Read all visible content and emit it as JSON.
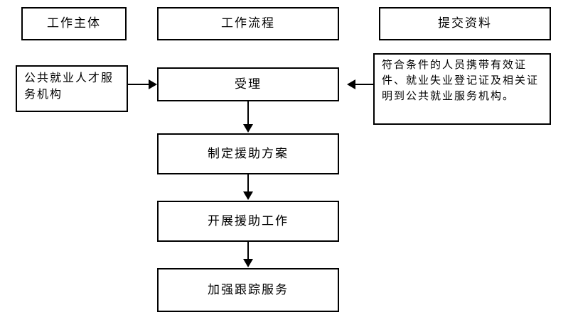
{
  "diagram": {
    "title_row": [
      {
        "id": "entity",
        "label": "工作主体"
      },
      {
        "id": "process",
        "label": "工作流程"
      },
      {
        "id": "docs",
        "label": "提交资料"
      }
    ],
    "actors": [
      {
        "id": "agency",
        "label": "公共就业人才服务机构"
      }
    ],
    "flow_steps": [
      {
        "id": "accept",
        "label": "受理"
      },
      {
        "id": "plan",
        "label": "制定援助方案"
      },
      {
        "id": "work",
        "label": "开展援助工作"
      },
      {
        "id": "follow",
        "label": "加强跟踪服务"
      }
    ],
    "documents": [
      {
        "id": "detail",
        "label": "符合条件的人员携带有效证件、就业失业登记证及相关证明到公共就业服务机构。"
      }
    ],
    "connectors": [
      {
        "id": "agency-to-accept",
        "direction": "right"
      },
      {
        "id": "docs-to-accept",
        "direction": "left"
      },
      {
        "id": "accept-to-plan",
        "direction": "down"
      },
      {
        "id": "plan-to-work",
        "direction": "down"
      },
      {
        "id": "work-to-follow",
        "direction": "down"
      }
    ],
    "colors": {
      "background": "#ffffff",
      "border": "#000000",
      "text": "#000000"
    }
  }
}
